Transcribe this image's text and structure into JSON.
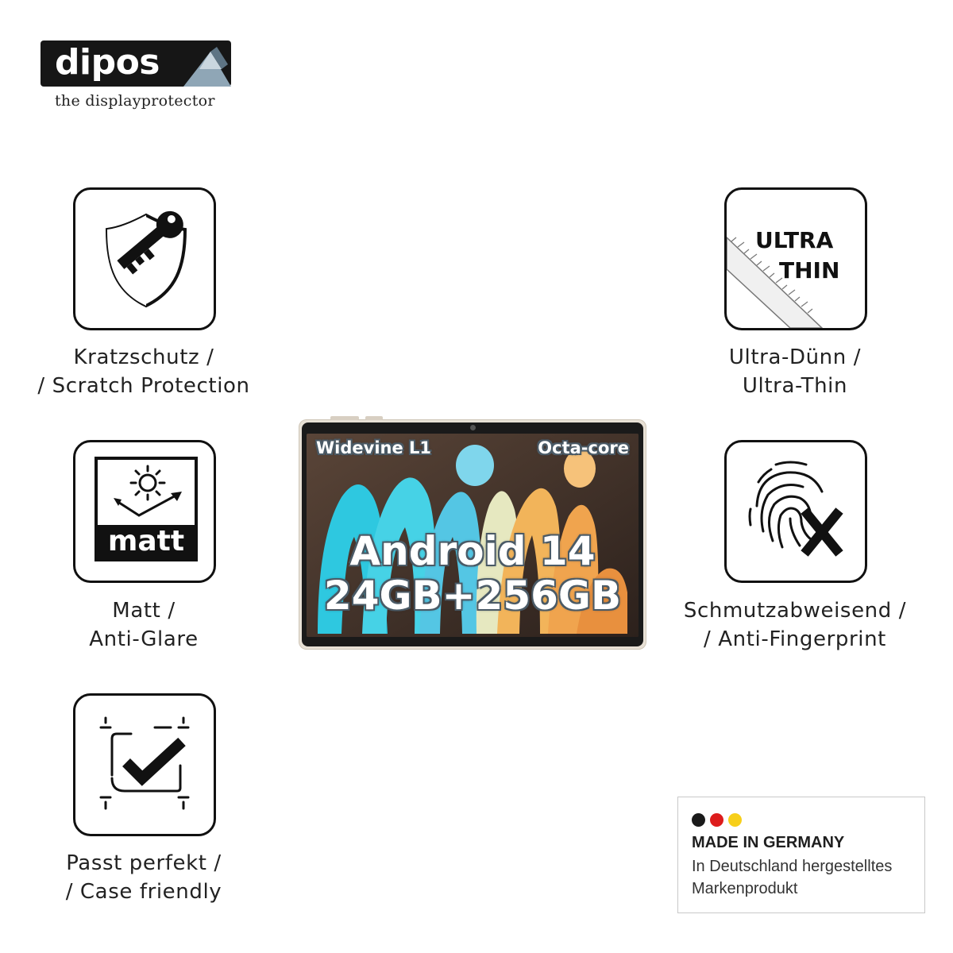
{
  "brand": {
    "name": "dipos",
    "tagline": "the displayprotector"
  },
  "features": {
    "scratch": {
      "icon": "shield-key-icon",
      "line1": "Kratzschutz /",
      "line2": "/ Scratch Protection"
    },
    "matt": {
      "icon": "matt-sun-icon",
      "badge": "matt",
      "line1": "Matt /",
      "line2": "Anti-Glare"
    },
    "fit": {
      "icon": "checkmark-frame-icon",
      "line1": "Passt perfekt /",
      "line2": "/ Case friendly"
    },
    "thin": {
      "icon": "ultra-thin-ruler-icon",
      "badge_line1": "ULTRA",
      "badge_line2": "THIN",
      "line1": "Ultra-Dünn /",
      "line2": "Ultra-Thin"
    },
    "fingerprint": {
      "icon": "fingerprint-x-icon",
      "line1": "Schmutzabweisend /",
      "line2": "/ Anti-Fingerprint"
    }
  },
  "tablet": {
    "corner_left": "Widevine L1",
    "corner_right": "Octa-core",
    "headline1": "Android 14",
    "headline2": "24GB+256GB"
  },
  "made_in_germany": {
    "title": "MADE IN GERMANY",
    "line1": "In Deutschland hergestelltes",
    "line2": "Markenprodukt",
    "colors": [
      "#1a1a1a",
      "#dd1c1c",
      "#f7cf1a"
    ]
  }
}
